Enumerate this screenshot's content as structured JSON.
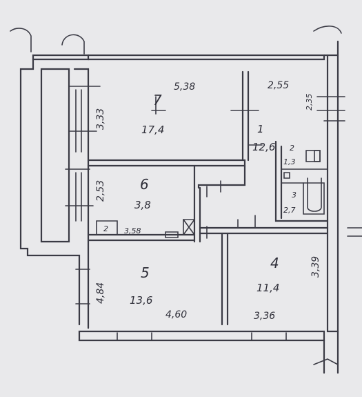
{
  "rooms": [
    {
      "number": "7",
      "area": "17,4"
    },
    {
      "number": "1",
      "area": "12,6"
    },
    {
      "number": "2",
      "area": "1,3"
    },
    {
      "number": "3",
      "area": "2,7"
    },
    {
      "number": "6",
      "area": "3,8"
    },
    {
      "number": "5",
      "area": "13,6"
    },
    {
      "number": "4",
      "area": "11,4"
    }
  ],
  "dimensions": {
    "room7_width": "5,38",
    "room1_width": "2,55",
    "room1_depth": "2,35",
    "room7_depth": "3,33",
    "room6_depth": "2,53",
    "room6_width": "3,58",
    "room5_depth": "4,84",
    "room5_width": "4,60",
    "room4_width": "3,36",
    "room4_depth": "3,39"
  },
  "closet_label": "2",
  "colors": {
    "paper": "#e9e9eb",
    "ink": "#3a3a44"
  }
}
